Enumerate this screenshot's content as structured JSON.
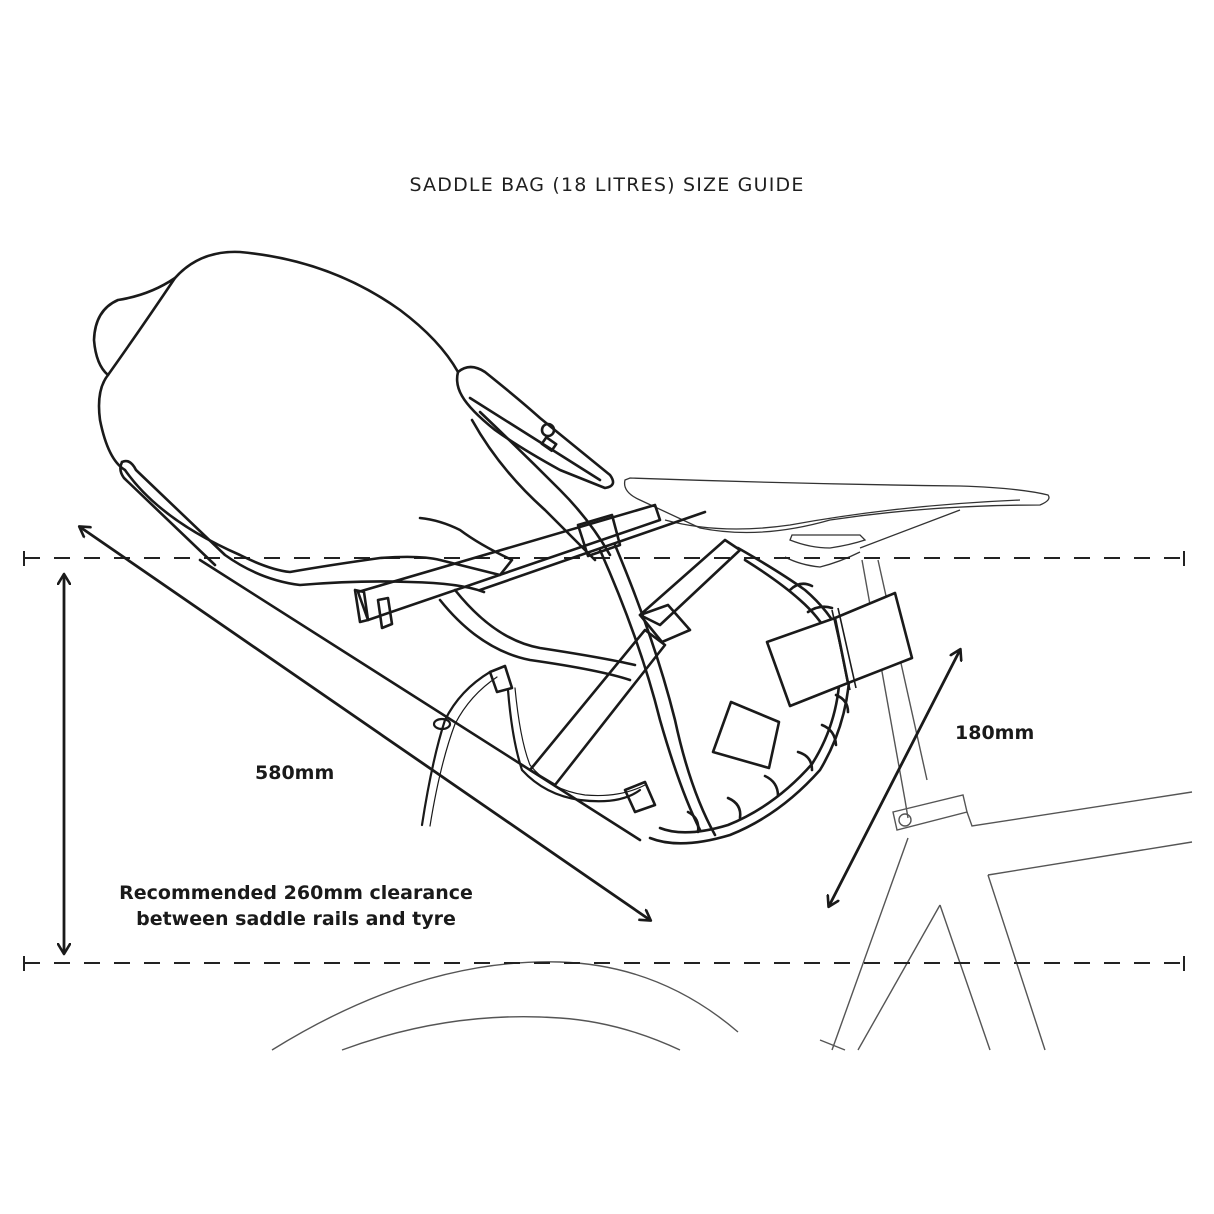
{
  "diagram": {
    "title": "SADDLE BAG (18 LITRES) SIZE GUIDE",
    "dimensions": {
      "bag_length": "580mm",
      "bag_height": "180mm"
    },
    "clearance_note": {
      "line1": "Recommended 260mm clearance",
      "line2": "between saddle rails and tyre"
    },
    "reference_lines": {
      "upper": "saddle-rail-level",
      "lower": "tyre-top-level"
    },
    "colors": {
      "ink": "#1a1a1a",
      "bike_line": "#555555",
      "background": "#ffffff"
    }
  }
}
